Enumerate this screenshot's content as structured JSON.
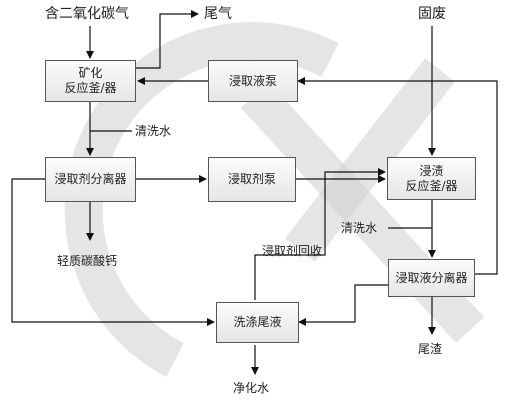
{
  "inputs": {
    "co2_gas": "含二氧化碳气",
    "solid_waste": "固废",
    "tail_gas": "尾气"
  },
  "boxes": {
    "mineral_reactor": [
      "矿化",
      "反应釜/器"
    ],
    "leach_pump": "浸取液泵",
    "agent_separator": "浸取剂分离器",
    "agent_pump": "浸取剂泵",
    "leach_reactor": [
      "浸渍",
      "反应釜/器"
    ],
    "liquid_separator": "浸取液分离器",
    "wash_tank": "洗涤尾液"
  },
  "labels": {
    "wash_water_1": "清洗水",
    "wash_water_2": "清洗水",
    "caco3": "轻质碳酸钙",
    "agent_recovery": "浸取剂回收",
    "tail_slag": "尾渣",
    "clean_water": "净化水"
  },
  "colors": {
    "line": "#111111",
    "box_border": "#555555",
    "watermark": "#cfcfcf"
  }
}
